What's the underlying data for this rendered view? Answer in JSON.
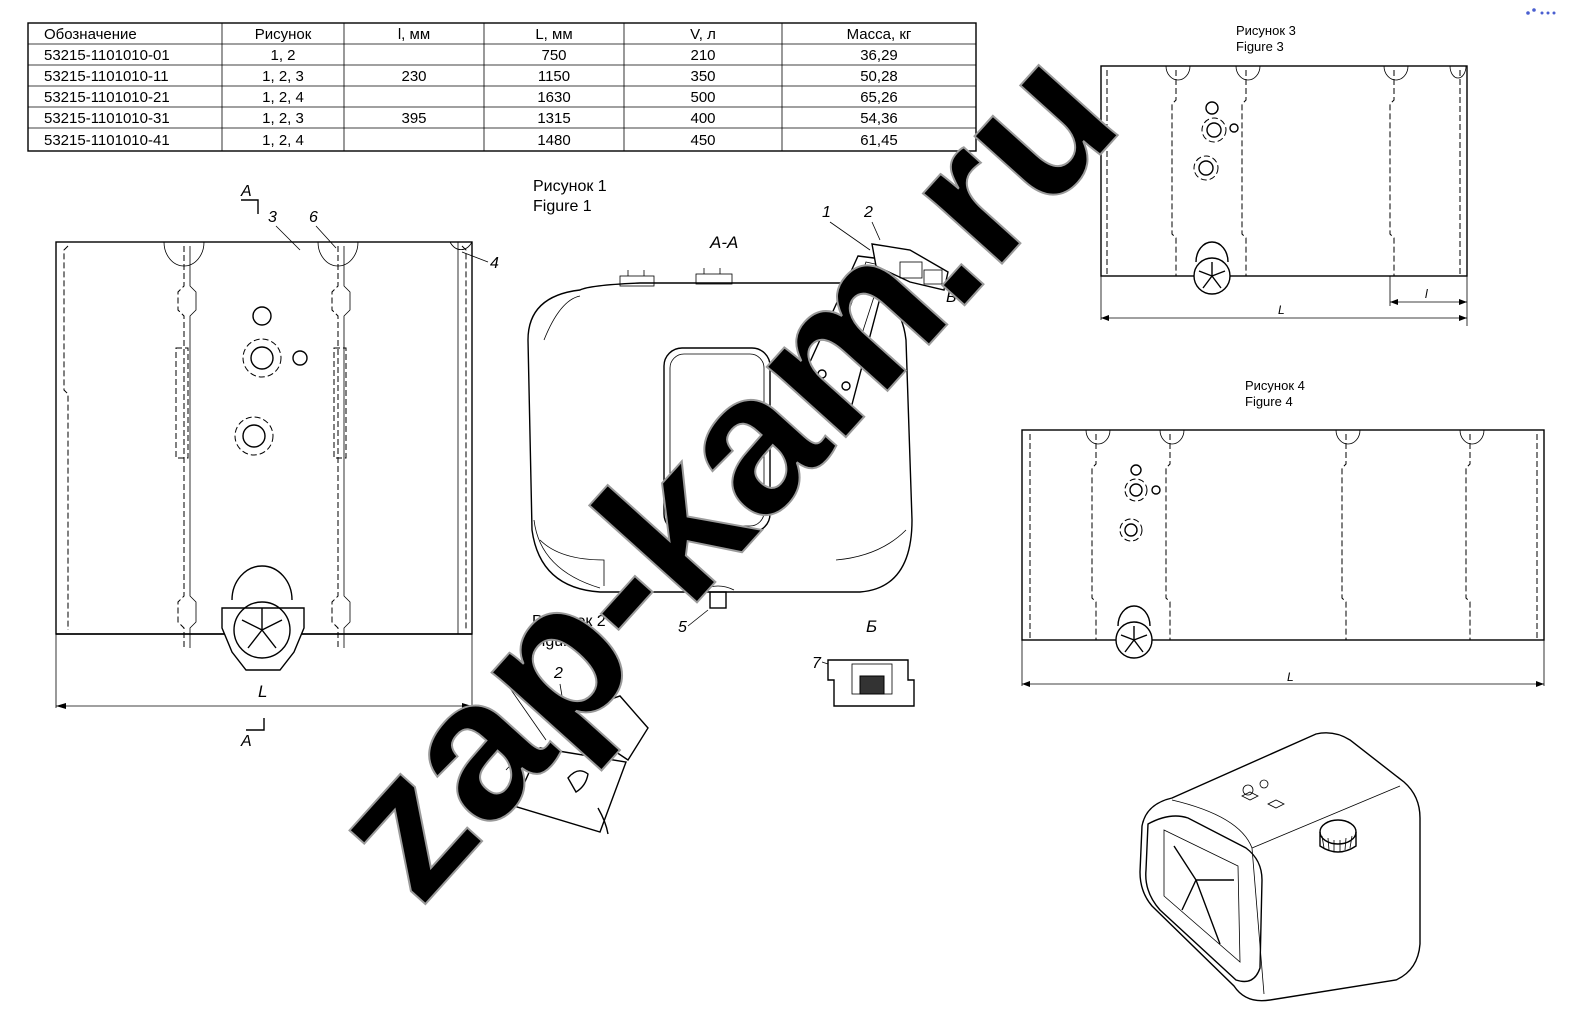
{
  "table": {
    "headers": [
      "Обозначение",
      "Рисунок",
      "l, мм",
      "L, мм",
      "V, л",
      "Масса, кг"
    ],
    "rows": [
      [
        "53215-1101010-01",
        "1, 2",
        "",
        "750",
        "210",
        "36,29"
      ],
      [
        "53215-1101010-11",
        "1, 2, 3",
        "230",
        "1150",
        "350",
        "50,28"
      ],
      [
        "53215-1101010-21",
        "1, 2, 4",
        "",
        "1630",
        "500",
        "65,26"
      ],
      [
        "53215-1101010-31",
        "1, 2, 3",
        "395",
        "1315",
        "400",
        "54,36"
      ],
      [
        "53215-1101010-41",
        "1, 2, 4",
        "",
        "1480",
        "450",
        "61,45"
      ]
    ]
  },
  "figures": {
    "fig1": {
      "ru": "Рисунок 1",
      "en": "Figure 1"
    },
    "fig2": {
      "ru": "Рисунок 2",
      "en": "Figure 2"
    },
    "fig3": {
      "ru": "Рисунок 3",
      "en": "Figure 3"
    },
    "fig4": {
      "ru": "Рисунок 4",
      "en": "Figure 4"
    }
  },
  "labels": {
    "section_top": "А",
    "section_bottom": "А",
    "section_view": "А-А",
    "view_b": "Б",
    "view_b_title": "Б",
    "dim_L": "L",
    "dim_l": "l",
    "callouts": {
      "c1": "1",
      "c2": "2",
      "c3": "3",
      "c4": "4",
      "c5": "5",
      "c6": "6",
      "c7": "7"
    }
  },
  "watermark": "zap-kam.ru"
}
